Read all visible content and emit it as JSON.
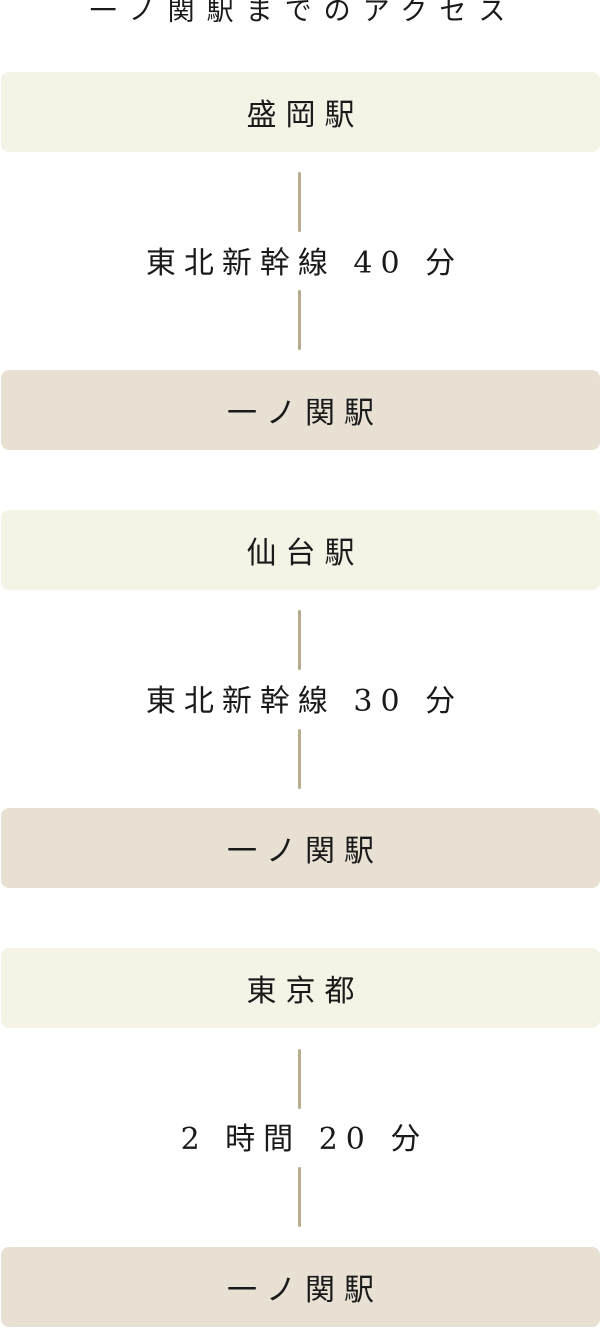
{
  "title": "一ノ関駅までのアクセス",
  "colors": {
    "start_box": "#f5f2e6",
    "end_box": "#e7e0d3",
    "connector": "#b9ad8f",
    "text": "#1a1a1a"
  },
  "routes": [
    {
      "from": "盛岡駅",
      "via": "東北新幹線 40 分",
      "to": "一ノ関駅"
    },
    {
      "from": "仙台駅",
      "via": "東北新幹線 30 分",
      "to": "一ノ関駅"
    },
    {
      "from": "東京都",
      "via": "2 時間 20 分",
      "to": "一ノ関駅"
    }
  ]
}
